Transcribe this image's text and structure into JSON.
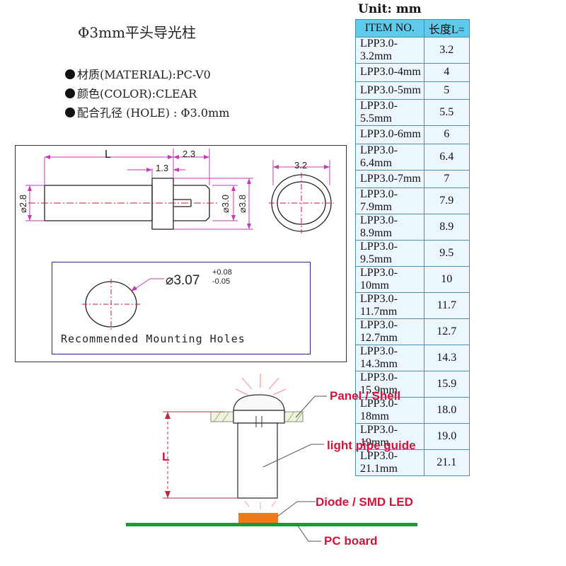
{
  "product": {
    "title": "Φ3mm平头导光柱",
    "material": "材质(MATERIAL):PC-V0",
    "color": "颜色(COLOR):CLEAR",
    "hole": "配合孔径 (HOLE) :  Φ3.0mm"
  },
  "table": {
    "unit_label": "Unit: mm",
    "header_item": "ITEM NO.",
    "header_length": "长度L=",
    "rows": [
      {
        "item": "LPP3.0-3.2mm",
        "length": "3.2"
      },
      {
        "item": "LPP3.0-4mm",
        "length": "4"
      },
      {
        "item": "LPP3.0-5mm",
        "length": "5"
      },
      {
        "item": "LPP3.0-5.5mm",
        "length": "5.5"
      },
      {
        "item": "LPP3.0-6mm",
        "length": "6"
      },
      {
        "item": "LPP3.0-6.4mm",
        "length": "6.4"
      },
      {
        "item": "LPP3.0-7mm",
        "length": "7"
      },
      {
        "item": "LPP3.0-7.9mm",
        "length": "7.9"
      },
      {
        "item": "LPP3.0-8.9mm",
        "length": "8.9"
      },
      {
        "item": "LPP3.0-9.5mm",
        "length": "9.5"
      },
      {
        "item": "LPP3.0-10mm",
        "length": "10"
      },
      {
        "item": "LPP3.0-11.7mm",
        "length": "11.7"
      },
      {
        "item": "LPP3.0-12.7mm",
        "length": "12.7"
      },
      {
        "item": "LPP3.0-14.3mm",
        "length": "14.3"
      },
      {
        "item": "LPP3.0-15.9mm",
        "length": "15.9"
      },
      {
        "item": "LPP3.0-18mm",
        "length": "18.0"
      },
      {
        "item": "LPP3.0-19mm",
        "length": "19.0"
      },
      {
        "item": "LPP3.0-21.1mm",
        "length": "21.1"
      }
    ]
  },
  "drawing": {
    "dim_L": "L",
    "dim_2_3": "2.3",
    "dim_1_3": "1.3",
    "dim_d2_8": "⌀2.8",
    "dim_d3_0": "⌀3.0",
    "dim_d3_8": "⌀3.8",
    "dim_3_2": "3.2",
    "hole_dim": "⌀3.07",
    "hole_tol_plus": "+0.08",
    "hole_tol_minus": "-0.05",
    "mount_label": "Recommended Mounting Holes"
  },
  "assembly": {
    "dim_L": "L",
    "panel": "Panel / Shell",
    "guide": "light pipe guide",
    "diode": "Diode / SMD LED",
    "board": "PC board",
    "callout_color": "#d2143a",
    "board_color": "#1a9a3a",
    "led_color": "#f07a1a"
  }
}
